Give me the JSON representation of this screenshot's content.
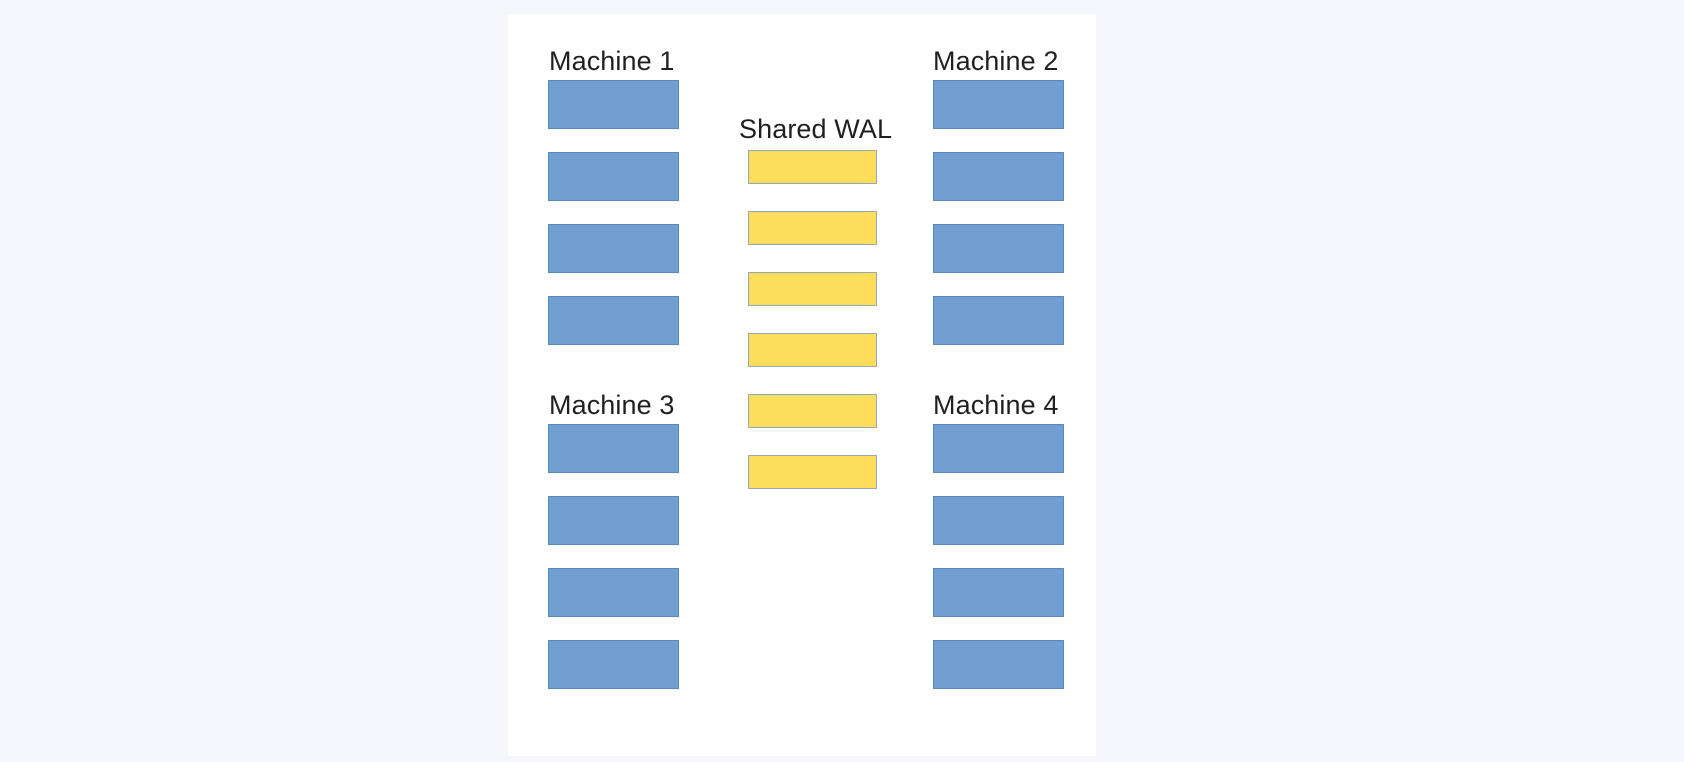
{
  "diagram": {
    "background_color": "#f4f6fb",
    "panel_color": "#ffffff",
    "block_colors": {
      "machine_block_fill": "#729fd3",
      "machine_block_border": "#5b87bd",
      "wal_block_fill": "#ffdd5c",
      "wal_block_border": "#9aa9b3"
    },
    "text_color": "#1f2023",
    "columns": [
      {
        "id": "machine-1",
        "title": "Machine 1",
        "block_type": "machine",
        "block_count": 4,
        "blocks": [
          {
            "index": 1,
            "label": ""
          },
          {
            "index": 2,
            "label": ""
          },
          {
            "index": 3,
            "label": ""
          },
          {
            "index": 4,
            "label": ""
          }
        ]
      },
      {
        "id": "machine-2",
        "title": "Machine 2",
        "block_type": "machine",
        "block_count": 4,
        "blocks": [
          {
            "index": 1,
            "label": ""
          },
          {
            "index": 2,
            "label": ""
          },
          {
            "index": 3,
            "label": ""
          },
          {
            "index": 4,
            "label": ""
          }
        ]
      },
      {
        "id": "machine-3",
        "title": "Machine 3",
        "block_type": "machine",
        "block_count": 4,
        "blocks": [
          {
            "index": 1,
            "label": ""
          },
          {
            "index": 2,
            "label": ""
          },
          {
            "index": 3,
            "label": ""
          },
          {
            "index": 4,
            "label": ""
          }
        ]
      },
      {
        "id": "machine-4",
        "title": "Machine 4",
        "block_type": "machine",
        "block_count": 4,
        "blocks": [
          {
            "index": 1,
            "label": ""
          },
          {
            "index": 2,
            "label": ""
          },
          {
            "index": 3,
            "label": ""
          },
          {
            "index": 4,
            "label": ""
          }
        ]
      },
      {
        "id": "shared-wal",
        "title": "Shared WAL",
        "block_type": "wal",
        "block_count": 6,
        "blocks": [
          {
            "index": 1,
            "label": ""
          },
          {
            "index": 2,
            "label": ""
          },
          {
            "index": 3,
            "label": ""
          },
          {
            "index": 4,
            "label": ""
          },
          {
            "index": 5,
            "label": ""
          },
          {
            "index": 6,
            "label": ""
          }
        ]
      }
    ]
  }
}
